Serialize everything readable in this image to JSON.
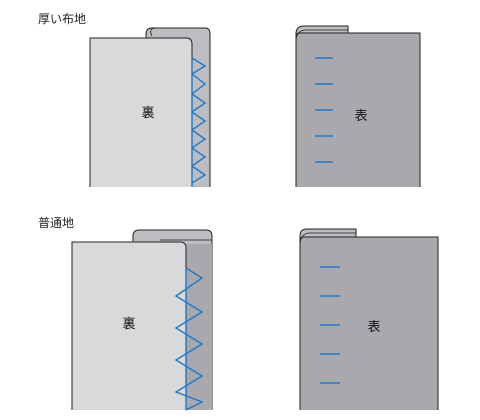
{
  "sections": [
    {
      "title": "厚い布地",
      "back_label": "裏",
      "front_label": "表"
    },
    {
      "title": "普通地",
      "back_label": "裏",
      "front_label": "表"
    }
  ],
  "colors": {
    "fabric_light": "#d9d9dc",
    "fabric_fold": "#bdbdc1",
    "fabric_dark": "#a9a9ad",
    "outline": "#222222",
    "stitch": "#1f78c8"
  }
}
